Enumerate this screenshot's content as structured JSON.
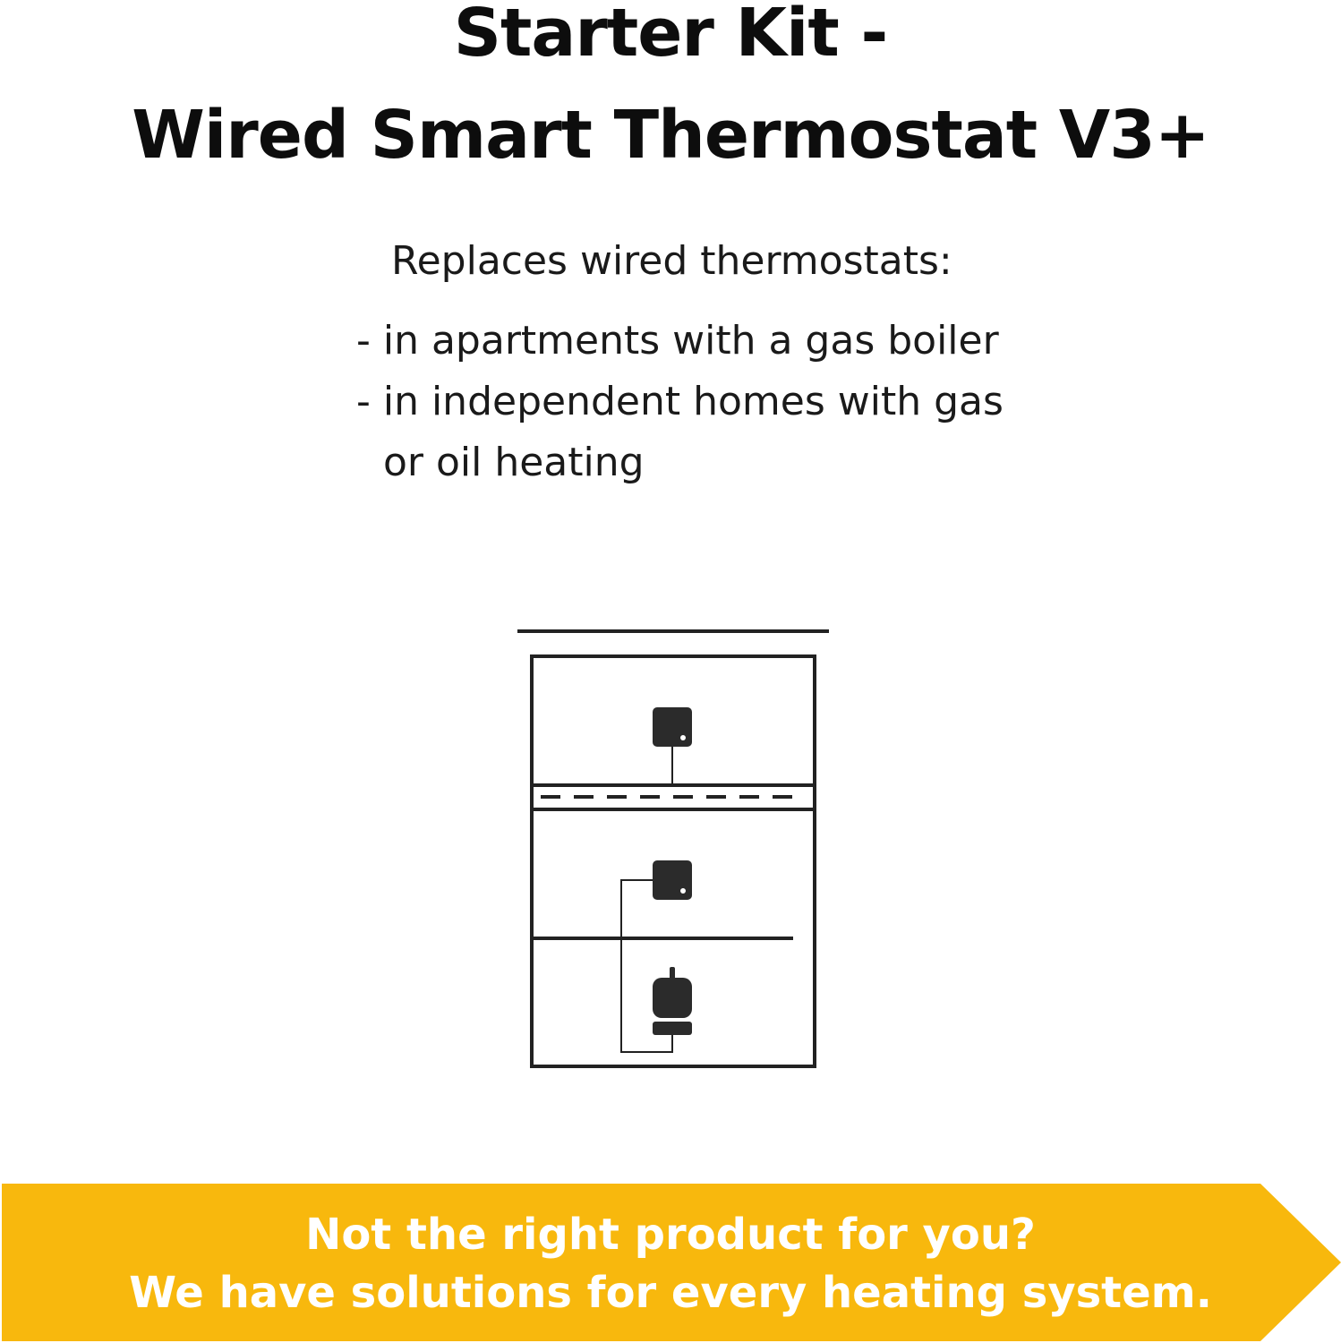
{
  "header": {
    "title_line1": "Starter Kit -",
    "title_line2": "Wired Smart Thermostat V3+"
  },
  "description": {
    "intro": "Replaces wired thermostats:",
    "bullets": [
      "- in apartments with a gas boiler",
      "- in independent homes with gas",
      "or oil heating"
    ]
  },
  "diagram": {
    "icons": [
      "thermostat-icon",
      "thermostat-icon",
      "boiler-icon"
    ],
    "line_color": "#222222",
    "device_color": "#2b2b2b"
  },
  "banner": {
    "line1": "Not the right product for you?",
    "line2": "We have solutions for every heating system.",
    "color": "#f8b80d",
    "text_color": "#ffffff"
  }
}
